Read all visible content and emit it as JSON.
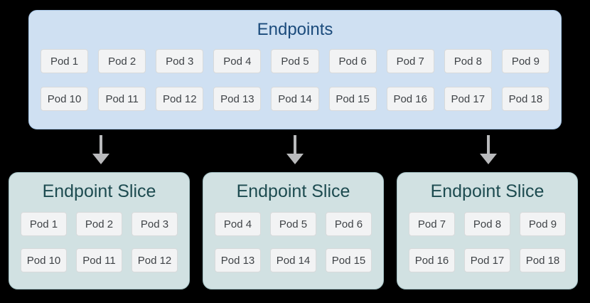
{
  "endpoints": {
    "title": "Endpoints",
    "pods": [
      "Pod 1",
      "Pod 2",
      "Pod 3",
      "Pod 4",
      "Pod 5",
      "Pod 6",
      "Pod 7",
      "Pod 8",
      "Pod 9",
      "Pod 10",
      "Pod 11",
      "Pod 12",
      "Pod 13",
      "Pod 14",
      "Pod 15",
      "Pod 16",
      "Pod 17",
      "Pod 18"
    ]
  },
  "slices": [
    {
      "title": "Endpoint Slice",
      "pods": [
        "Pod 1",
        "Pod 2",
        "Pod 3",
        "Pod 10",
        "Pod 11",
        "Pod 12"
      ]
    },
    {
      "title": "Endpoint Slice",
      "pods": [
        "Pod 4",
        "Pod 5",
        "Pod 6",
        "Pod 13",
        "Pod 14",
        "Pod 15"
      ]
    },
    {
      "title": "Endpoint Slice",
      "pods": [
        "Pod 7",
        "Pod 8",
        "Pod 9",
        "Pod 16",
        "Pod 17",
        "Pod 18"
      ]
    }
  ],
  "arrows": {
    "count": 3,
    "direction": "down"
  },
  "palette": {
    "background": "#000000",
    "endpoints_fill": "#cfe0f2",
    "endpoints_border": "#a9c8e8",
    "endpoints_title_color": "#1b4b7c",
    "slice_fill": "#d1e1e2",
    "slice_border": "#a4c2c5",
    "slice_title_color": "#1d4b50",
    "pod_fill": "#f2f3f4",
    "pod_border": "#d8dadb",
    "pod_text_color": "#3f4347",
    "arrow_color": "#b9babc"
  }
}
